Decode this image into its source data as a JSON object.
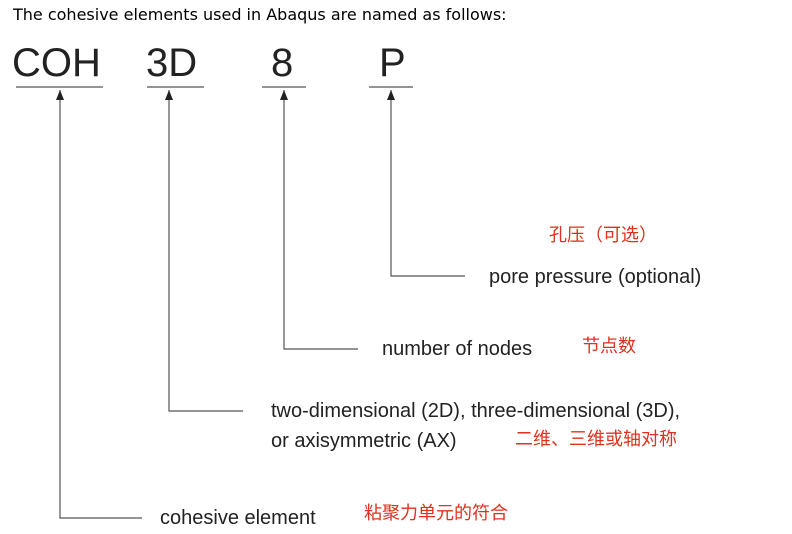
{
  "intro": "The cohesive elements used in Abaqus are named as follows:",
  "code_parts": [
    "COH",
    "3D",
    "8",
    "P"
  ],
  "descriptions": {
    "pore_pressure": "pore pressure (optional)",
    "nodes": "number of nodes",
    "dimension_line1": "two-dimensional (2D), three-dimensional (3D),",
    "dimension_line2": "or axisymmetric (AX)",
    "cohesive": "cohesive element"
  },
  "annotations_cn": {
    "pore_pressure": "孔压（可选）",
    "nodes": "节点数",
    "dimension": "二维、三维或轴对称",
    "cohesive": "粘聚力单元的符合"
  },
  "colors": {
    "text": "#000000",
    "diagram_text": "#222222",
    "lines": "#555555",
    "annotation": "#e0301e"
  }
}
